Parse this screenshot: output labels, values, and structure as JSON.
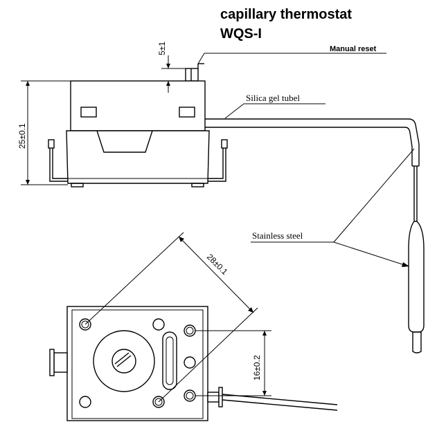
{
  "title": {
    "line1": "capillary thermostat",
    "line2": "WQS-I"
  },
  "labels": {
    "manual_reset": "Manual reset",
    "silica_gel_tube": "Silica gel tubel",
    "stainless_steel": "Stainless steel"
  },
  "dimensions": {
    "reset_height": "5±1",
    "body_height": "25±0.1",
    "hole_spacing_diagonal": "28±0.1",
    "hole_spacing_vertical": "16±0.2"
  }
}
